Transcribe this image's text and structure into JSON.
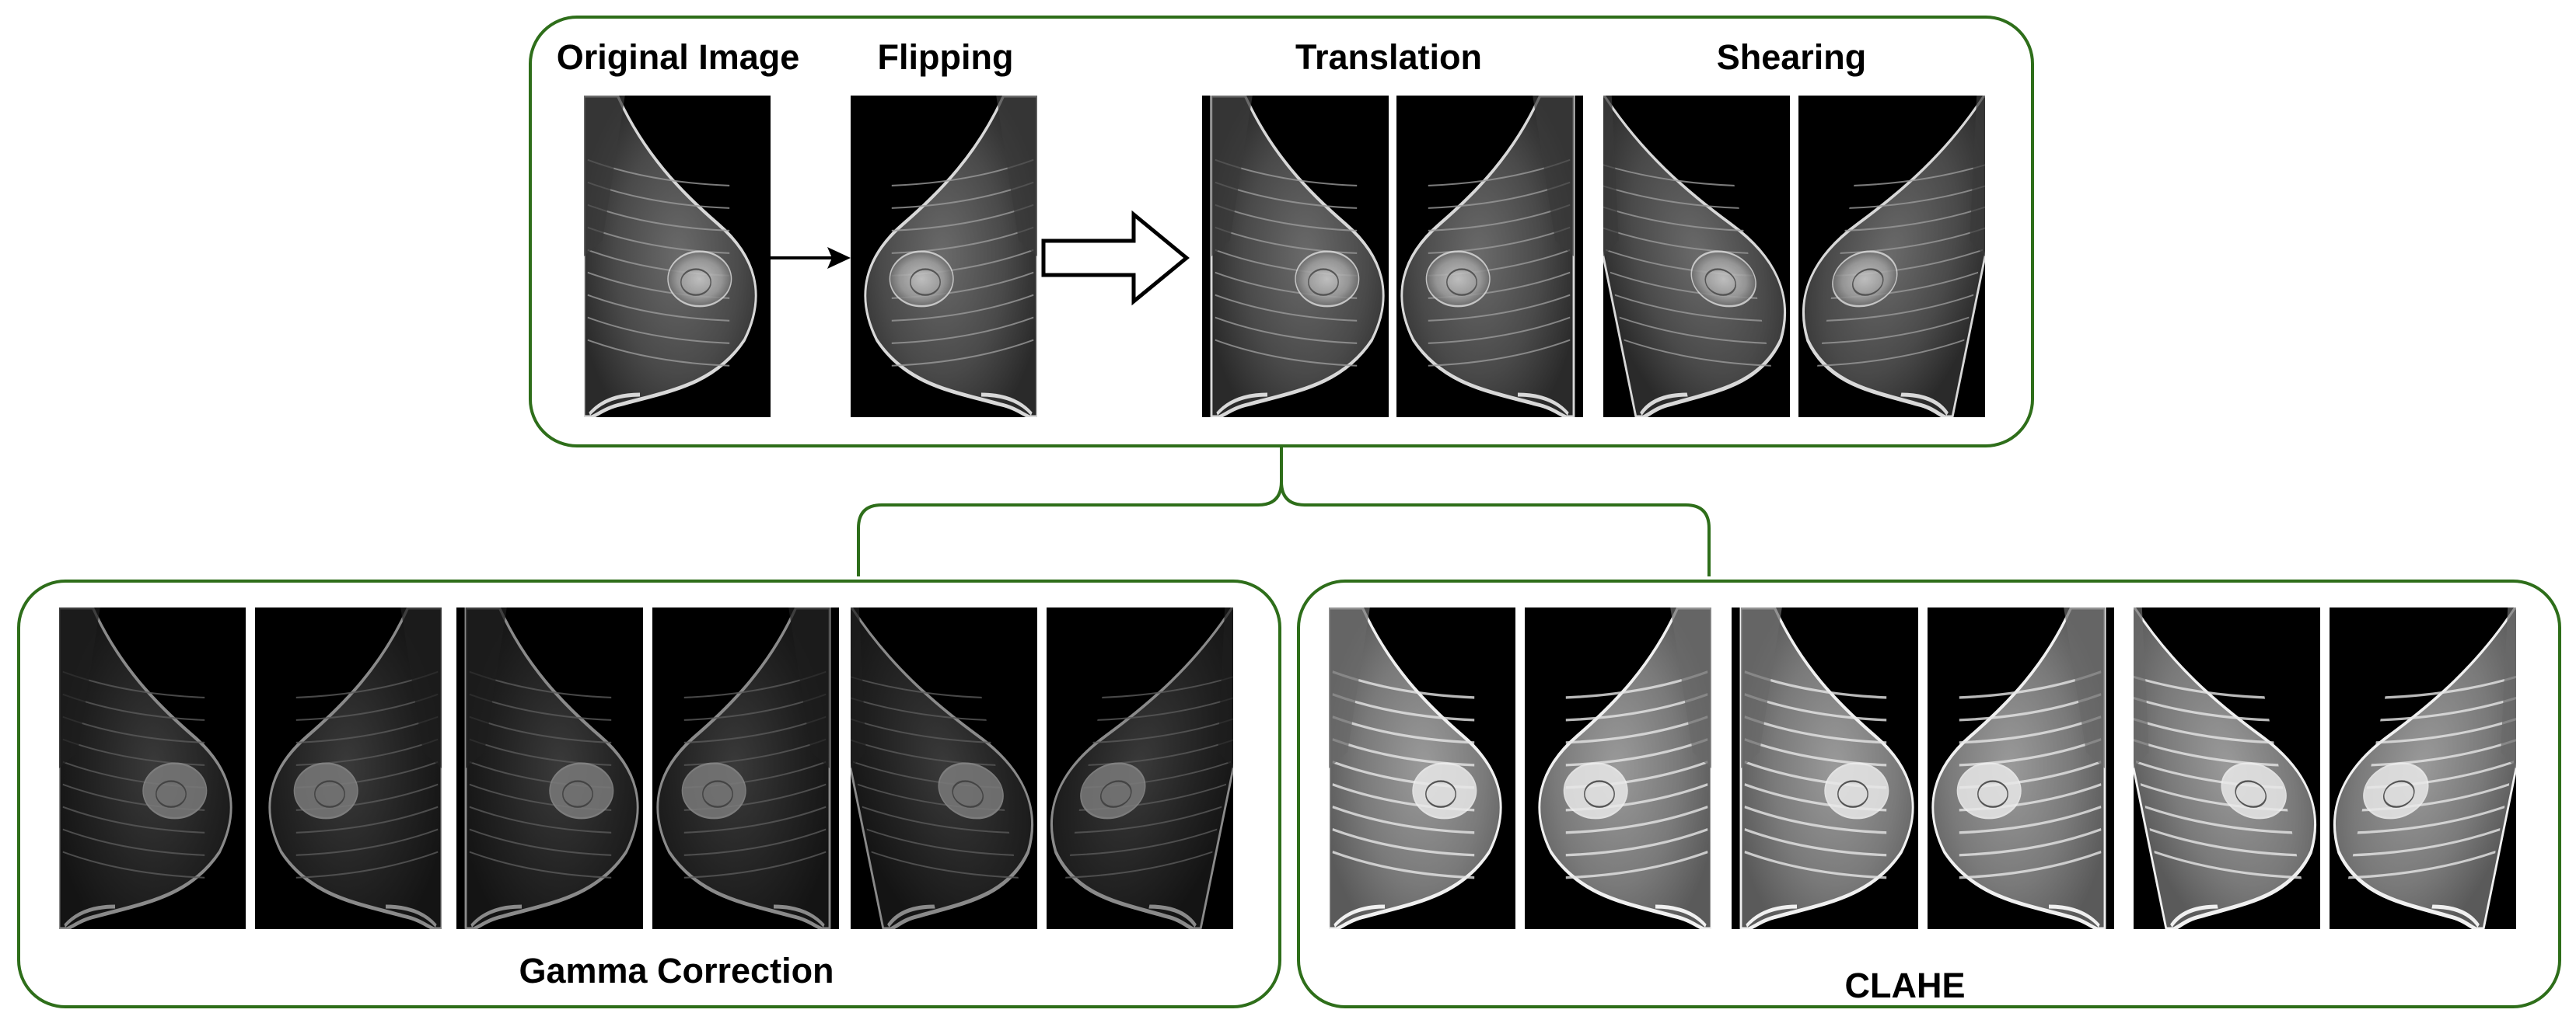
{
  "colors": {
    "frame": "#2e6e1a",
    "panel_background": "#000000",
    "tissue": "#d8d8d8",
    "arrow": "#000000",
    "page": "#ffffff"
  },
  "top_group": {
    "labels": {
      "original": "Original Image",
      "flipping": "Flipping",
      "translation": "Translation",
      "shearing": "Shearing"
    }
  },
  "bottom_left_group": {
    "label": "Gamma Correction",
    "tone": "dark"
  },
  "bottom_right_group": {
    "label": "CLAHE",
    "tone": "bright"
  },
  "arrows": [
    {
      "name": "original-to-flipped-arrow",
      "style": "thin-line"
    },
    {
      "name": "flipped-to-augmentations-arrow",
      "style": "hollow-block"
    }
  ]
}
